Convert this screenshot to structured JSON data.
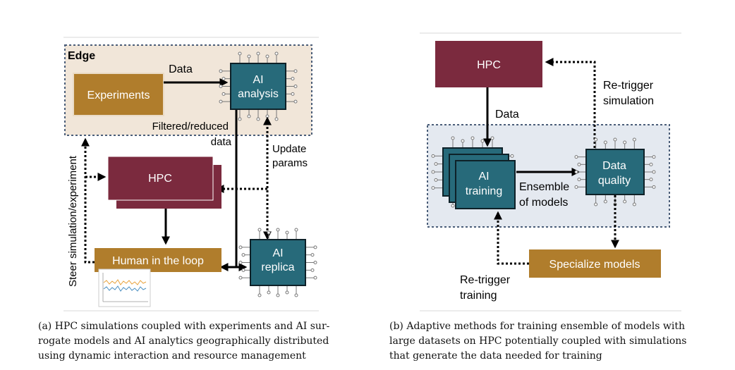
{
  "panel_a": {
    "edge_label": "Edge",
    "experiments": "Experiments",
    "data": "Data",
    "ai_analysis": [
      "AI",
      "analysis"
    ],
    "filtered": [
      "Filtered/reduced",
      "data"
    ],
    "update": [
      "Update",
      "params"
    ],
    "hpc": "HPC",
    "steer": "Steer simulation/experiment",
    "human": "Human in the loop",
    "ai_replica": [
      "AI",
      "replica"
    ]
  },
  "panel_b": {
    "hpc": "HPC",
    "data": "Data",
    "retrigger_sim": [
      "Re-trigger",
      "simulation"
    ],
    "ai_training": [
      "AI",
      "training"
    ],
    "ensemble": [
      "Ensemble",
      "of models"
    ],
    "data_quality": [
      "Data",
      "quality"
    ],
    "specialize": "Specialize models",
    "retrigger_train": [
      "Re-trigger",
      "training"
    ]
  },
  "captions": {
    "a": [
      "(a) HPC simulations coupled with experiments and AI sur-",
      "rogate models and AI analytics geographically distributed",
      "using dynamic interaction and resource management"
    ],
    "b": [
      "(b) Adaptive methods for training ensemble of models with",
      "large datasets on HPC potentially coupled with simulations",
      "that generate the data needed for training"
    ]
  },
  "colors": {
    "brown": "#b07d2c",
    "maroon": "#7b2a3e",
    "teal": "#276a7a",
    "edge_bg": "#f1e6d9",
    "blue_bg": "#e4e9f0",
    "pin": "#777777"
  }
}
